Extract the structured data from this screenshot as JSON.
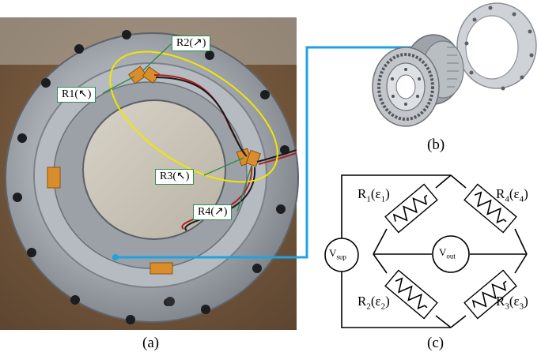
{
  "panel_a": {
    "caption": "(a)",
    "callouts": {
      "r1": "R1(↖)",
      "r2": "R2(↗)",
      "r3": "R3(↖)",
      "r4": "R4(↗)"
    }
  },
  "panel_b": {
    "caption": "(b)"
  },
  "panel_c": {
    "caption": "(c)",
    "resistors": {
      "r1_main": "R",
      "r1_sub": "1",
      "r1_strain": "(ε",
      "r1_strain_sub": "1",
      "r1_close": ")",
      "r2_main": "R",
      "r2_sub": "2",
      "r2_strain": "(ε",
      "r2_strain_sub": "2",
      "r2_close": ")",
      "r3_main": "R",
      "r3_sub": "3",
      "r3_strain": "(ε",
      "r3_strain_sub": "3",
      "r3_close": ")",
      "r4_main": "R",
      "r4_sub": "4",
      "r4_strain": "(ε",
      "r4_strain_sub": "4",
      "r4_close": ")"
    },
    "vsup_main": "V",
    "vsup_sub": "sup",
    "vout_main": "V",
    "vout_sub": "out"
  },
  "colors": {
    "connector": "#1fa3e0",
    "ellipse": "#f2e600",
    "callout_border": "#2e8b4d",
    "leader": "#2e8b4d"
  }
}
